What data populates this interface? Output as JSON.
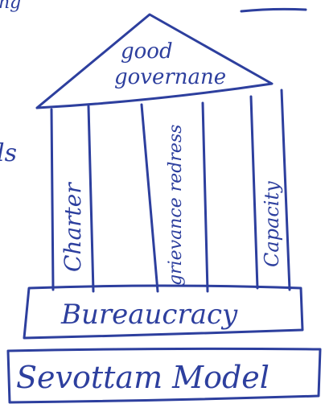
{
  "diagram": {
    "roof_label_line1": "good",
    "roof_label_line2": "governane",
    "pillars": [
      "Charter",
      "grievance redress",
      "Capacity"
    ],
    "base_label": "Bureaucracy",
    "foundation_label": "Sevottam Model",
    "left_margin_fragment": "ls",
    "top_fragment": "ng",
    "ink_color": "#2d3f9e"
  }
}
